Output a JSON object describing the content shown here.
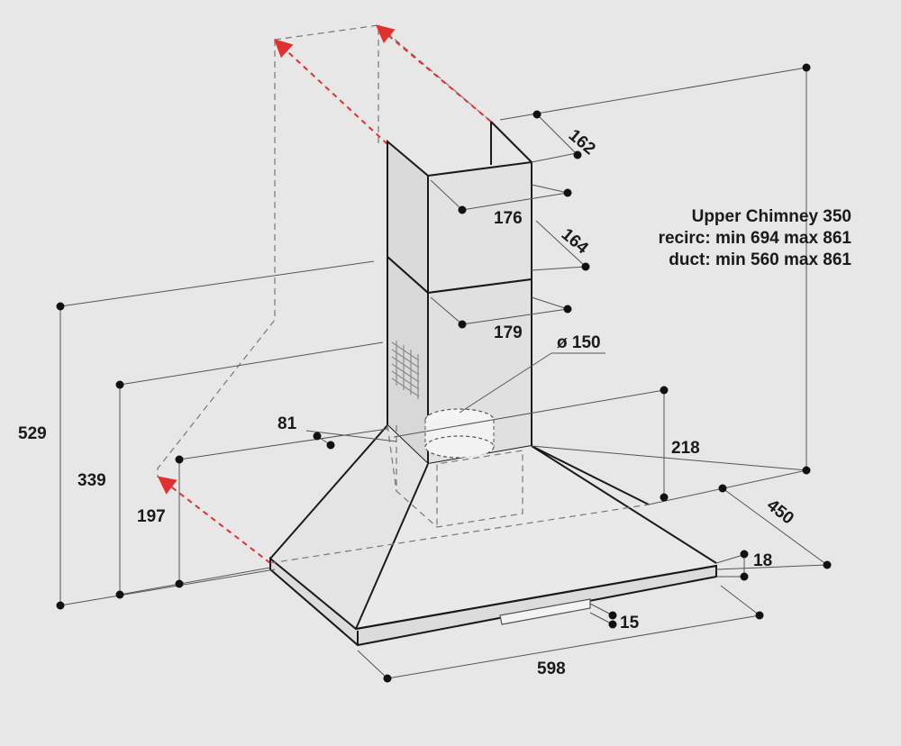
{
  "dimensions": {
    "d162": "162",
    "d176": "176",
    "d164": "164",
    "d179": "179",
    "d150": "ø 150",
    "d81": "81",
    "d218": "218",
    "d529": "529",
    "d339": "339",
    "d197": "197",
    "d450": "450",
    "d18": "18",
    "d15": "15",
    "d598": "598"
  },
  "note": {
    "line1": "Upper Chimney 350",
    "line2": "recirc: min 694 max 861",
    "line3": "duct: min 560 max 861"
  }
}
